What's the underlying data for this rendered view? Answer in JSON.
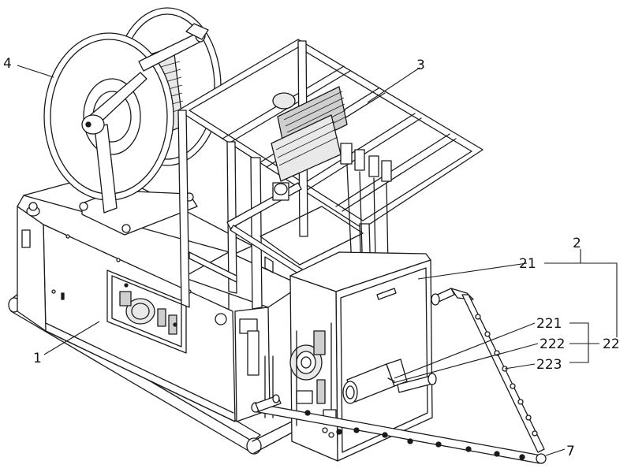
{
  "figure": {
    "labels": [
      {
        "id": "1",
        "text": "1"
      },
      {
        "id": "2",
        "text": "2"
      },
      {
        "id": "3",
        "text": "3"
      },
      {
        "id": "4",
        "text": "4"
      },
      {
        "id": "7",
        "text": "7"
      },
      {
        "id": "21",
        "text": "21"
      },
      {
        "id": "22",
        "text": "22"
      },
      {
        "id": "221",
        "text": "221"
      },
      {
        "id": "222",
        "text": "222"
      },
      {
        "id": "223",
        "text": "223"
      }
    ]
  },
  "colors": {
    "line": "#1a1a1a",
    "background": "#ffffff",
    "shade": "#e9e9e9"
  }
}
